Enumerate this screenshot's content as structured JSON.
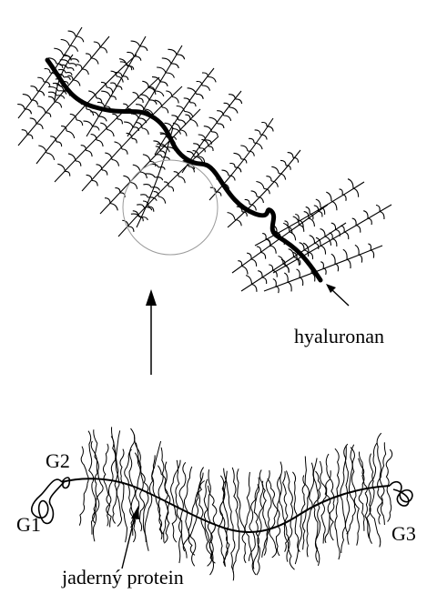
{
  "labels": {
    "hyaluronan": "hyaluronan",
    "g1": "G1",
    "g2": "G2",
    "g3": "G3",
    "core_protein": "jaderný protein"
  },
  "colors": {
    "ink": "#000000",
    "circle": "#9a9a9a",
    "background": "#ffffff"
  }
}
